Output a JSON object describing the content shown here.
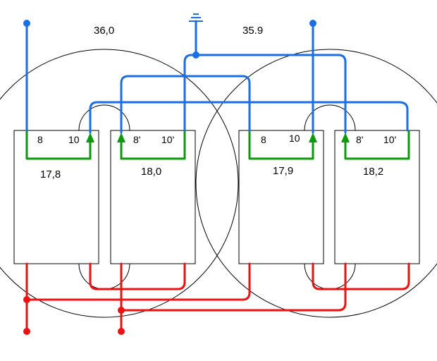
{
  "top_left_value": "36,0",
  "top_right_value": "35.9",
  "coils": [
    {
      "value": "17,8",
      "term_a": "8",
      "term_b": "10"
    },
    {
      "value": "18,0",
      "term_a": "8'",
      "term_b": "10'"
    },
    {
      "value": "17,9",
      "term_a": "8",
      "term_b": "10"
    },
    {
      "value": "18,2",
      "term_a": "8'",
      "term_b": "10'"
    }
  ],
  "colors": {
    "blue": "#1a6ee6",
    "green": "#0a9a0a",
    "red": "#ee1111"
  }
}
